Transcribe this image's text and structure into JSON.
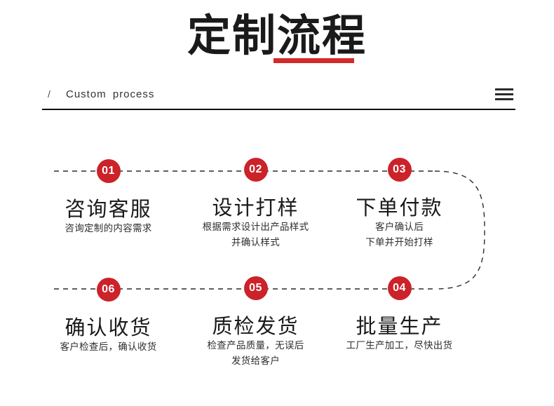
{
  "header": {
    "title": "定制流程",
    "underline_color": "#d42a2a",
    "subtitle_slash": "/",
    "subtitle": "Custom  process",
    "menu_icon": "hamburger-menu-icon"
  },
  "flow": {
    "accent_color": "#cc2229",
    "connector_style": "dashed",
    "steps": [
      {
        "number": "01",
        "title": "咨询客服",
        "desc": "咨询定制的内容需求"
      },
      {
        "number": "02",
        "title": "设计打样",
        "desc": "根据需求设计出产品样式\n并确认样式"
      },
      {
        "number": "03",
        "title": "下单付款",
        "desc": "客户确认后\n下单并开始打样"
      },
      {
        "number": "04",
        "title": "批量生产",
        "desc": "工厂生产加工，尽快出货"
      },
      {
        "number": "05",
        "title": "质检发货",
        "desc": "检查产品质量，无误后\n发货给客户"
      },
      {
        "number": "06",
        "title": "确认收货",
        "desc": "客户检查后，确认收货"
      }
    ]
  }
}
